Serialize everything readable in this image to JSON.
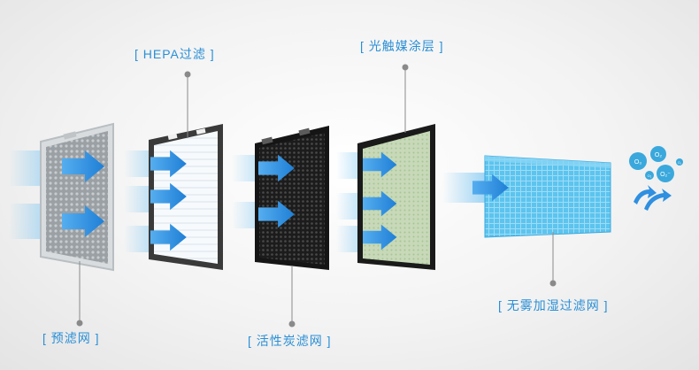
{
  "labels": {
    "hepa": "[ HEPA过滤 ]",
    "photocatalyst": "[ 光触媒涂层 ]",
    "prefilter": "[ 预滤网 ]",
    "carbon": "[ 活性炭滤网 ]",
    "humidifier": "[ 无雾加湿过滤网 ]"
  },
  "molecules": [
    "O₃",
    "O₂",
    "O₂⁻",
    "O₂",
    "O₂"
  ],
  "colors": {
    "label": "#2a8fd6",
    "arrow": "#2f8fe0",
    "flow": "#6cc0f2",
    "pointer": "#8a8a8a"
  },
  "icons": [
    "air-flow-arrow-icon",
    "molecule-icon",
    "fresh-air-swirl-icon"
  ]
}
